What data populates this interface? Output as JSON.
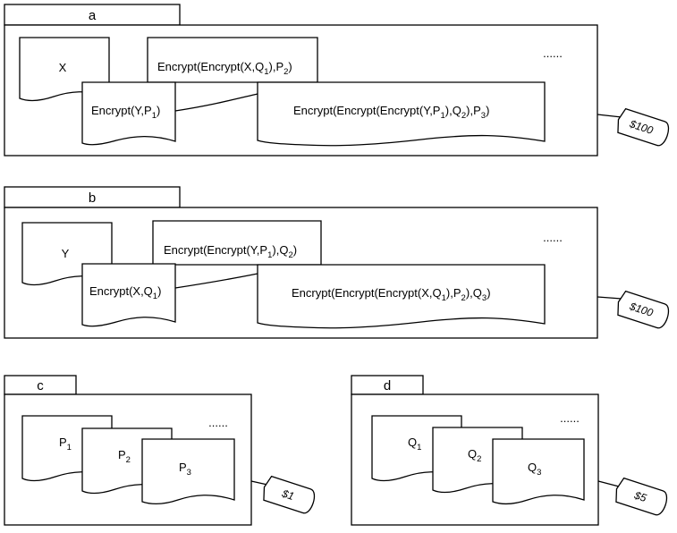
{
  "panels": {
    "a": {
      "tab": "a",
      "doc_plain": "X",
      "doc_enc1": {
        "base": "Encrypt(Y,P",
        "sub": "1",
        "tail": ")"
      },
      "doc_enc2": {
        "base": "Encrypt(Encrypt(X,Q",
        "sub1": "1",
        "mid": "),P",
        "sub2": "2",
        "tail": ")"
      },
      "doc_enc3": {
        "base": "Encrypt(Encrypt(Encrypt(Y,P",
        "sub1": "1",
        "mid1": "),Q",
        "sub2": "2",
        "mid2": "),P",
        "sub3": "3",
        "tail": ")"
      },
      "ellipsis": "......",
      "price": "$100"
    },
    "b": {
      "tab": "b",
      "doc_plain": "Y",
      "doc_enc1": {
        "base": "Encrypt(X,Q",
        "sub": "1",
        "tail": ")"
      },
      "doc_enc2": {
        "base": "Encrypt(Encrypt(Y,P",
        "sub1": "1",
        "mid": "),Q",
        "sub2": "2",
        "tail": ")"
      },
      "doc_enc3": {
        "base": "Encrypt(Encrypt(Encrypt(X,Q",
        "sub1": "1",
        "mid1": "),P",
        "sub2": "2",
        "mid2": "),Q",
        "sub3": "3",
        "tail": ")"
      },
      "ellipsis": "......",
      "price": "$100"
    },
    "c": {
      "tab": "c",
      "keys": [
        {
          "base": "P",
          "sub": "1"
        },
        {
          "base": "P",
          "sub": "2"
        },
        {
          "base": "P",
          "sub": "3"
        }
      ],
      "ellipsis": "......",
      "price": "$1"
    },
    "d": {
      "tab": "d",
      "keys": [
        {
          "base": "Q",
          "sub": "1"
        },
        {
          "base": "Q",
          "sub": "2"
        },
        {
          "base": "Q",
          "sub": "3"
        }
      ],
      "ellipsis": "......",
      "price": "$5"
    }
  }
}
